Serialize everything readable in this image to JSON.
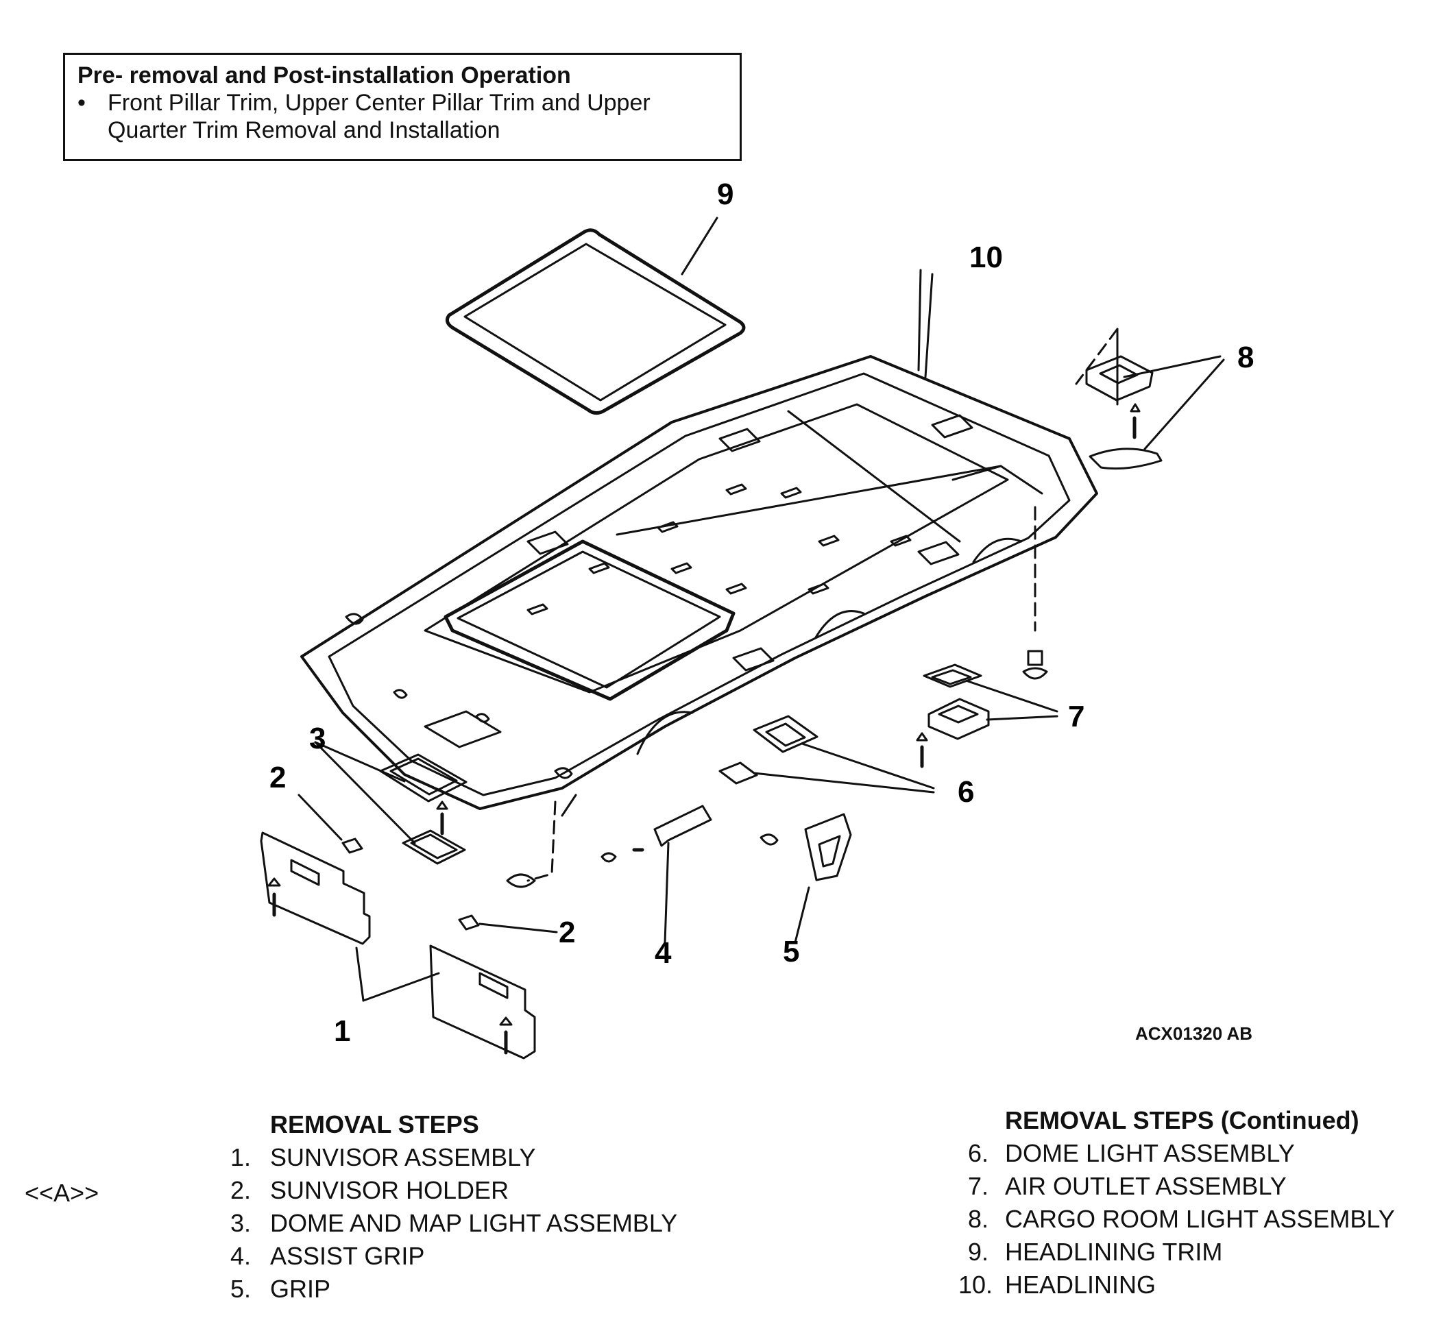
{
  "pre_operation": {
    "title": "Pre- removal and Post-installation Operation",
    "bullet": "•",
    "line1": "Front Pillar Trim, Upper Center Pillar Trim and Upper",
    "line2": "Quarter Trim Removal and Installation"
  },
  "callouts": [
    "1",
    "2",
    "2",
    "3",
    "4",
    "5",
    "6",
    "7",
    "8",
    "9",
    "10"
  ],
  "diagram_code": "ACX01320 AB",
  "note_marker": "<<A>>",
  "removal_steps": {
    "title": "REMOVAL STEPS",
    "items": [
      {
        "num": "1.",
        "label": "SUNVISOR ASSEMBLY"
      },
      {
        "num": "2.",
        "label": "SUNVISOR HOLDER"
      },
      {
        "num": "3.",
        "label": "DOME AND MAP LIGHT ASSEMBLY"
      },
      {
        "num": "4.",
        "label": "ASSIST GRIP"
      },
      {
        "num": "5.",
        "label": "GRIP"
      }
    ]
  },
  "removal_steps_continued": {
    "title": "REMOVAL STEPS (Continued)",
    "items": [
      {
        "num": "6.",
        "label": "DOME LIGHT ASSEMBLY"
      },
      {
        "num": "7.",
        "label": "AIR OUTLET ASSEMBLY"
      },
      {
        "num": "8.",
        "label": "CARGO ROOM LIGHT ASSEMBLY"
      },
      {
        "num": "9.",
        "label": "HEADLINING TRIM"
      },
      {
        "num": "10.",
        "label": "HEADLINING"
      }
    ]
  },
  "colors": {
    "line": "#111111",
    "fill": "#ffffff",
    "panel": "#f2f2f2"
  }
}
